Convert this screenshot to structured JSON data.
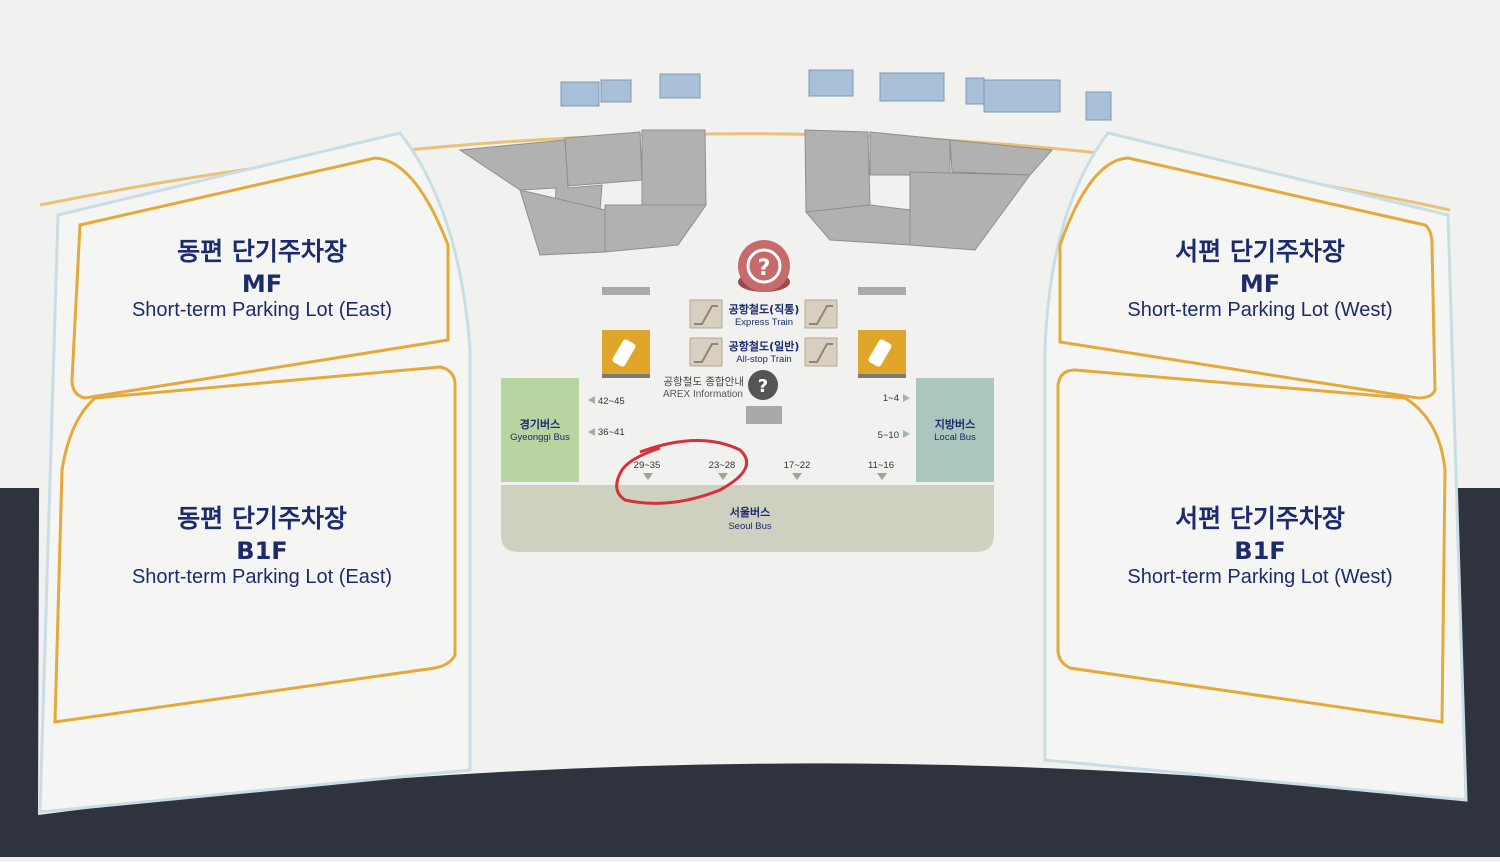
{
  "parking_lots": [
    {
      "id": "east-mf",
      "name_ko": "동편 단기주차장",
      "level": "MF",
      "name_en": "Short-term Parking Lot (East)"
    },
    {
      "id": "east-b1f",
      "name_ko": "동편 단기주차장",
      "level": "B1F",
      "name_en": "Short-term Parking Lot (East)"
    },
    {
      "id": "west-mf",
      "name_ko": "서편 단기주차장",
      "level": "MF",
      "name_en": "Short-term Parking Lot (West)"
    },
    {
      "id": "west-b1f",
      "name_ko": "서편 단기주차장",
      "level": "B1F",
      "name_en": "Short-term Parking Lot (West)"
    }
  ],
  "trains": {
    "express": {
      "ko": "공항철도(직통)",
      "en": "Express Train"
    },
    "allstop": {
      "ko": "공항철도(일반)",
      "en": "All-stop Train"
    }
  },
  "arex_info": {
    "ko": "공항철도 종합안내",
    "en": "AREX Information"
  },
  "bus_zones": {
    "gyeonggi": {
      "ko": "경기버스",
      "en": "Gyeonggi Bus",
      "color": "#b8d4a0"
    },
    "local": {
      "ko": "지방버스",
      "en": "Local Bus",
      "color": "#a9c7be"
    },
    "seoul": {
      "ko": "서울버스",
      "en": "Seoul Bus",
      "color": "#cfd1c0"
    }
  },
  "bus_stops": {
    "left": [
      "42~45",
      "36~41"
    ],
    "right": [
      "1~4",
      "5~10"
    ],
    "bottom": [
      "29~35",
      "23~28",
      "17~22",
      "11~16"
    ]
  },
  "icons": {
    "info": "question-mark-icon",
    "escalator": "escalator-icon",
    "ticket_machine": "ticket-machine-icon"
  },
  "colors": {
    "parking_outline": "#e5a93b",
    "text_primary": "#1d2a6b",
    "ground_dark": "#2e333d",
    "highlight_circle": "#d6303a"
  }
}
